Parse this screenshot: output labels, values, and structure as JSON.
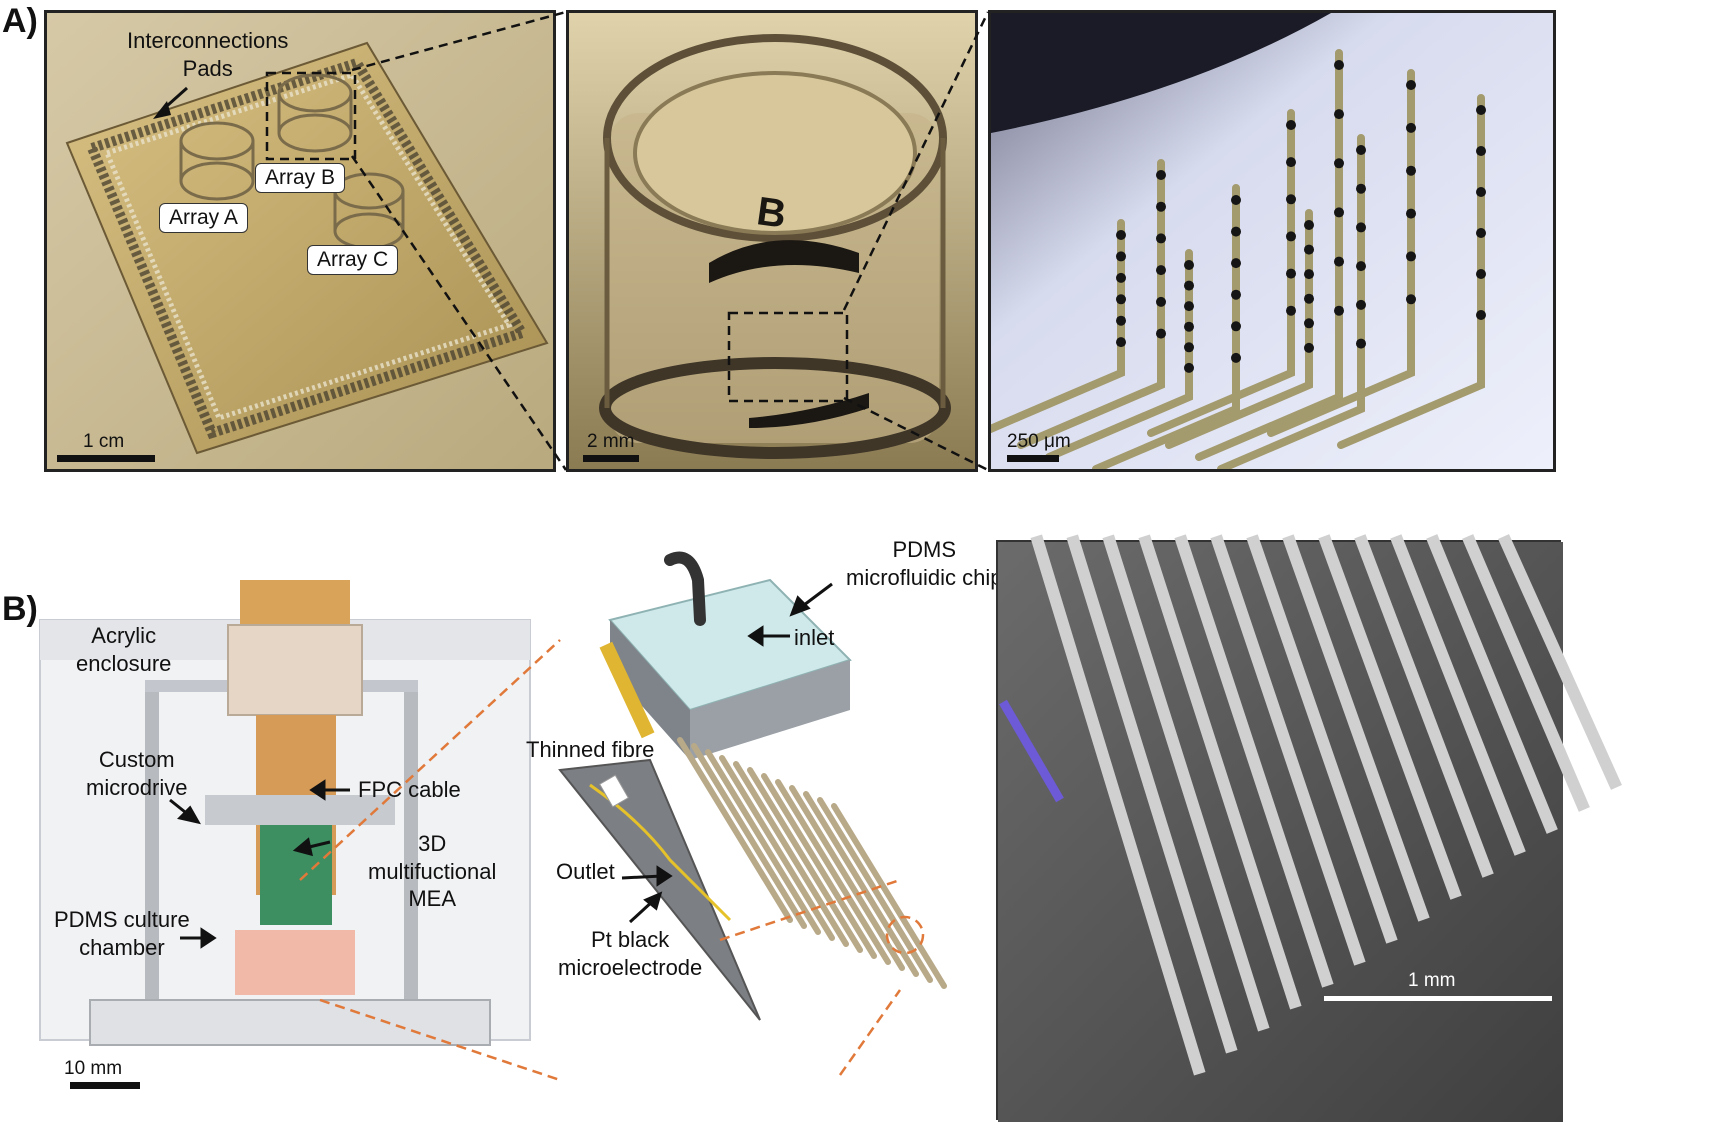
{
  "panel_a": {
    "letter": "A)",
    "image1": {
      "label_interconnections": "Interconnections\nPads",
      "array_a": "Array A",
      "array_b": "Array B",
      "array_c": "Array C",
      "scale": "1 cm"
    },
    "image2": {
      "well_letter": "B",
      "scale": "2 mm"
    },
    "image3": {
      "scale": "250 μm"
    }
  },
  "panel_b": {
    "letter": "B)",
    "photo": {
      "acrylic": "Acrylic\nenclosure",
      "microdrive": "Custom\nmicrodrive",
      "fpc": "FPC cable",
      "mea": "3D\nmultifuctional\nMEA",
      "pdms_chamber": "PDMS culture\nchamber",
      "scale": "10 mm"
    },
    "schematic": {
      "pdms_chip": "PDMS\nmicrofluidic chip",
      "inlet": "inlet",
      "thinned_fibre": "Thinned  fibre",
      "outlet": "Outlet",
      "pt_black": "Pt black\nmicroelectrode"
    },
    "sem": {
      "scale": "1 mm"
    }
  },
  "colors": {
    "sepia_bg": "#c9b98a",
    "sepia_dark": "#7a6a44",
    "callout_orange": "#e0793a",
    "sem_gray": "#555555",
    "probe_fibre_blue": "#6c5ad6"
  }
}
